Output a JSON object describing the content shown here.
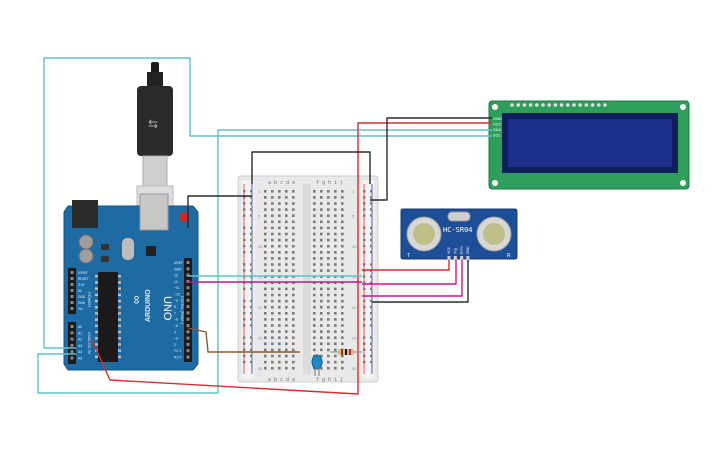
{
  "arduino": {
    "logo_text": "ARDUINO",
    "model_text": "UNO",
    "digital_label": "DIGITAL (PWM~)",
    "power_label": "POWER",
    "analog_label": "ANALOG IN",
    "pin_labels": [
      "AREF",
      "GND",
      "13",
      "12",
      "~11",
      "~10",
      "~9",
      "8",
      "7",
      "~6",
      "~5",
      "4",
      "~3",
      "2",
      "TX 1",
      "RX 0"
    ],
    "power_pins": [
      "IOREF",
      "RESET",
      "3.3V",
      "5V",
      "GND",
      "GND",
      "Vin"
    ],
    "analog_pins": [
      "A0",
      "A1",
      "A2",
      "A3",
      "A4",
      "A5"
    ]
  },
  "breadboard": {
    "col_letters_left": "a b c d e",
    "col_letters_right": "f g h i j",
    "row_numbers": [
      "1",
      "",
      "",
      "",
      "5",
      "",
      "",
      "",
      "",
      "10",
      "",
      "",
      "",
      "",
      "15",
      "",
      "",
      "",
      "",
      "20",
      "",
      "",
      "",
      "",
      "25",
      "",
      "",
      "",
      "",
      "30"
    ]
  },
  "sensor": {
    "model": "HC-SR04",
    "pins": [
      "VCC",
      "Trig",
      "Echo",
      "GND"
    ],
    "left_marker": "T",
    "right_marker": "R"
  },
  "lcd": {
    "pin_labels": [
      "GND",
      "VCC",
      "SDA",
      "SCL"
    ]
  },
  "colors": {
    "wire_cyan": "#5fc1c9",
    "wire_red": "#d32f2f",
    "wire_black": "#2b2b2b",
    "wire_magenta": "#c2188b",
    "wire_brown": "#8b5a2b",
    "board_blue": "#1e6aa3",
    "lcd_green": "#2e9e5b",
    "lcd_screen": "#1c2f8c",
    "sensor_blue": "#1f4e99"
  }
}
